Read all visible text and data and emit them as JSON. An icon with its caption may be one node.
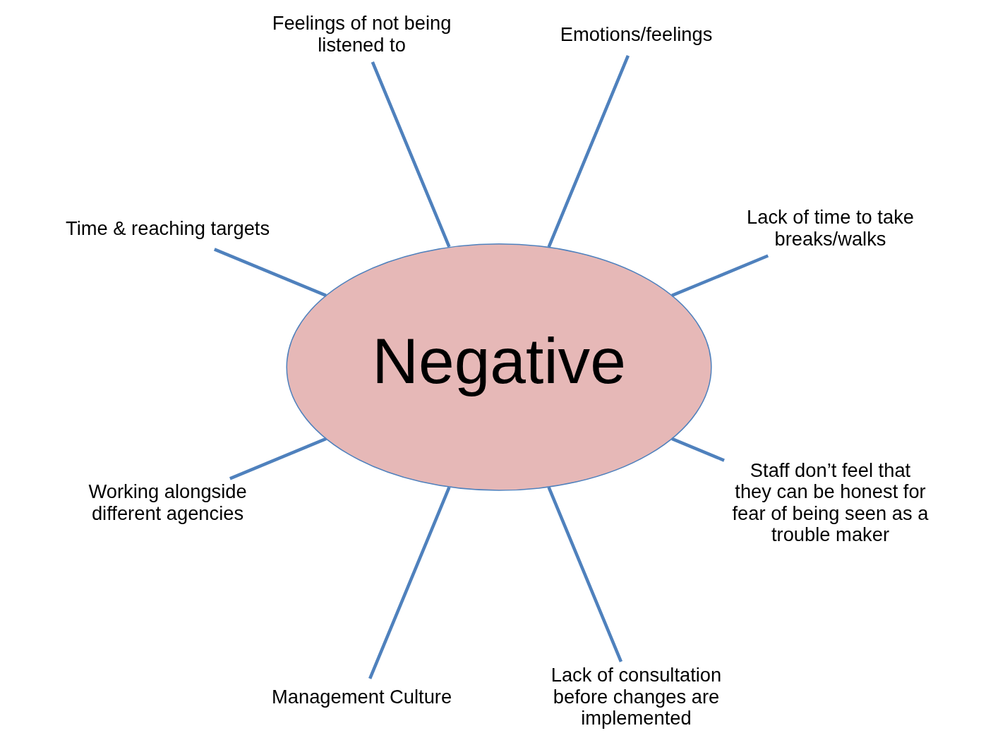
{
  "diagram": {
    "nodes": [
      {
        "text": [
          "Negative"
        ]
      },
      {
        "text": [
          "Lack of time to take breaks/walks"
        ]
      },
      {
        "text": [
          "Emotions/feelings"
        ]
      },
      {
        "text": [
          "Feelings of not being listened to"
        ]
      },
      {
        "text": [
          "Time & reaching targets"
        ]
      },
      {
        "text": [
          "Working alongside different agencies"
        ]
      },
      {
        "text": [
          "Management Culture"
        ]
      },
      {
        "text": [
          "Lack of consultation before changes are implemented"
        ]
      },
      {
        "text": [
          "Staff don’t feel that they can be honest for fear of being seen as a trouble maker"
        ]
      }
    ],
    "edges": [
      {
        "from": 1,
        "to": 0,
        "arrow": "none"
      },
      {
        "from": 2,
        "to": 0,
        "arrow": "none"
      },
      {
        "from": 3,
        "to": 0,
        "arrow": "none"
      },
      {
        "from": 4,
        "to": 0,
        "arrow": "none"
      },
      {
        "from": 5,
        "to": 0,
        "arrow": "none"
      },
      {
        "from": 6,
        "to": 0,
        "arrow": "none"
      },
      {
        "from": 7,
        "to": 0,
        "arrow": "none"
      },
      {
        "from": 8,
        "to": 0,
        "arrow": "none"
      }
    ]
  }
}
